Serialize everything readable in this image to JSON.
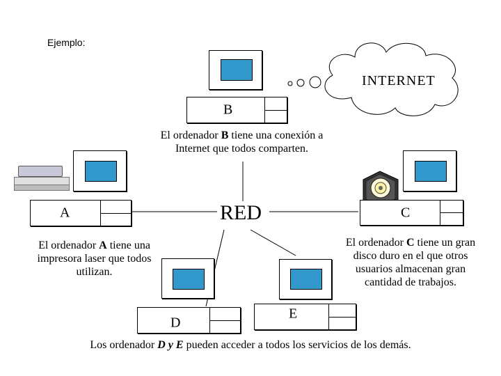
{
  "header": {
    "label": "Ejemplo:"
  },
  "cloud": {
    "label": "INTERNET"
  },
  "network": {
    "label": "RED"
  },
  "computers": {
    "A": {
      "label": "A"
    },
    "B": {
      "label": "B"
    },
    "C": {
      "label": "C"
    },
    "D": {
      "label": "D"
    },
    "E": {
      "label": "E"
    }
  },
  "descriptions": {
    "B": {
      "prefix": "El ordenador ",
      "bold": "B",
      "suffix_line1": " tiene una conexión a",
      "line2": "Internet que todos comparten."
    },
    "A": {
      "prefix": "El ordenador ",
      "bold": "A",
      "suffix_line1": " tiene una",
      "line2": "impresora laser que todos",
      "line3": "utilizan."
    },
    "C": {
      "prefix": "El ordenador ",
      "bold": "C",
      "suffix_line1": " tiene un gran",
      "line2": "disco duro en el que otros",
      "line3": "usuarios almacenan gran",
      "line4": "cantidad de trabajos."
    },
    "DE": {
      "prefix": "Los ordenador ",
      "bold": "D y E",
      "suffix": " pueden acceder a todos los servicios de los demás."
    }
  },
  "icons": {
    "printer": "printer-icon",
    "harddisk": "hard-disk-icon",
    "cloud": "cloud-icon"
  },
  "colors": {
    "screen": "#3399cc",
    "lines": "#000000"
  }
}
